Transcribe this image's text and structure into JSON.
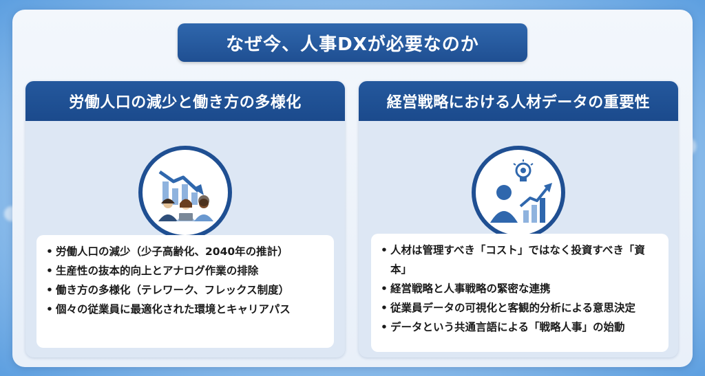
{
  "title": "なぜ今、人事DXが必要なのか",
  "left_panel": {
    "heading": "労働人口の減少と働き方の多様化",
    "icon": "declining-chart-people-icon",
    "bullets": [
      "労働人口の減少（少子高齢化、2040年の推計）",
      "生産性の抜本的向上とアナログ作業の排除",
      "働き方の多様化（テレワーク、フレックス制度）",
      "個々の従業員に最適化された環境とキャリアパス"
    ]
  },
  "right_panel": {
    "heading": "経営戦略における人材データの重要性",
    "icon": "person-growth-lightbulb-icon",
    "bullets": [
      "人材は管理すべき「コスト」ではなく投資すべき「資本」",
      "経営戦略と人事戦略の緊密な連携",
      "従業員データの可視化と客観的分析による意思決定",
      "データという共通言語による「戦略人事」の始動"
    ]
  },
  "colors": {
    "primary": "#1f4f92",
    "panel_bg": "#dde7f4",
    "accent_blue": "#3a78c8"
  }
}
